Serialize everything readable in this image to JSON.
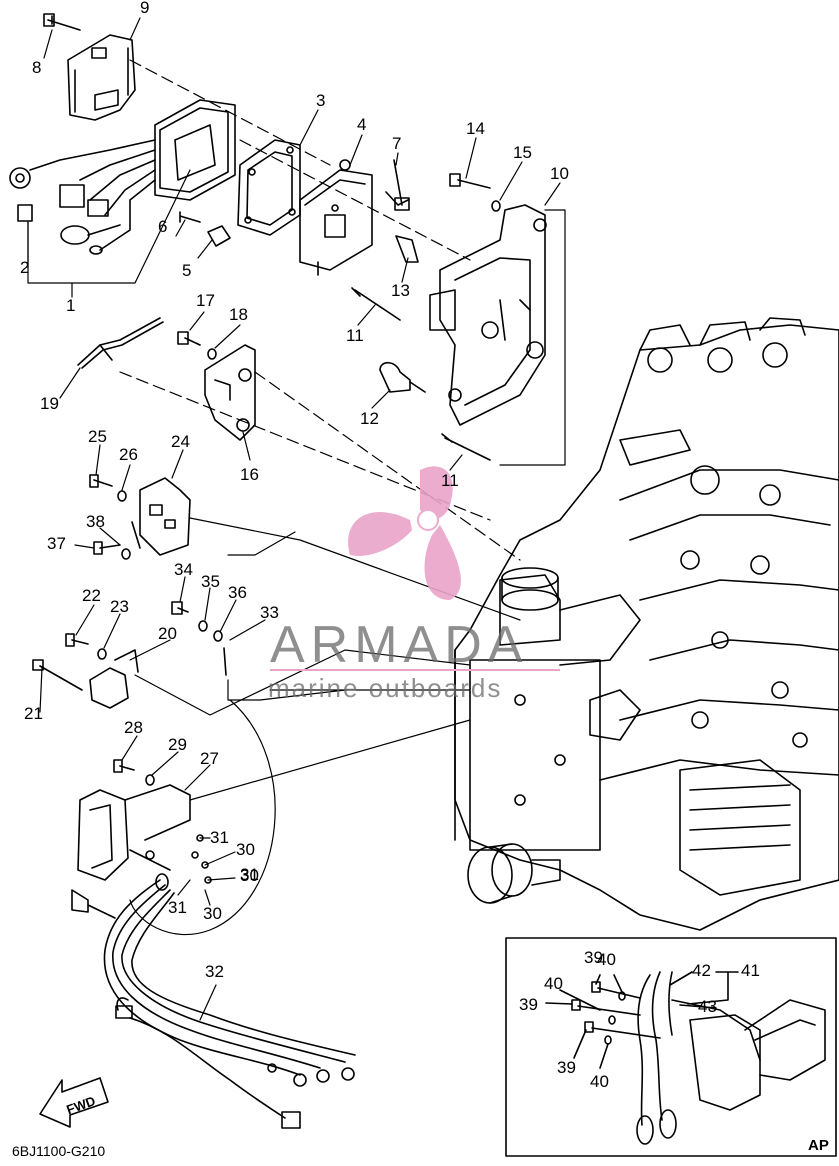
{
  "diagram": {
    "code": "6BJ1100-G210",
    "inset_tag": "AP",
    "fwd_label": "FWD"
  },
  "watermark": {
    "brand": "ARMADA",
    "tagline": "marine outboards",
    "logo_color": "#e9a4c8"
  },
  "callouts": {
    "c1": "1",
    "c2": "2",
    "c3": "3",
    "c4": "4",
    "c5": "5",
    "c6": "6",
    "c7": "7",
    "c8": "8",
    "c9": "9",
    "c10": "10",
    "c11a": "11",
    "c11b": "11",
    "c12": "12",
    "c13": "13",
    "c14": "14",
    "c15": "15",
    "c16": "16",
    "c17": "17",
    "c18": "18",
    "c19": "19",
    "c20": "20",
    "c21": "21",
    "c22": "22",
    "c23": "23",
    "c24": "24",
    "c25": "25",
    "c26": "26",
    "c27": "27",
    "c28": "28",
    "c29": "29",
    "c30a": "30",
    "c30b": "30",
    "c30c": "30",
    "c31a": "31",
    "c31b": "31",
    "c31c": "31",
    "c32": "32",
    "c33": "33",
    "c34": "34",
    "c35": "35",
    "c36": "36",
    "c37": "37",
    "c38": "38",
    "c39a": "39",
    "c39b": "39",
    "c39c": "39",
    "c40a": "40",
    "c40b": "40",
    "c40c": "40",
    "c41": "41",
    "c42": "42",
    "c43": "43"
  }
}
